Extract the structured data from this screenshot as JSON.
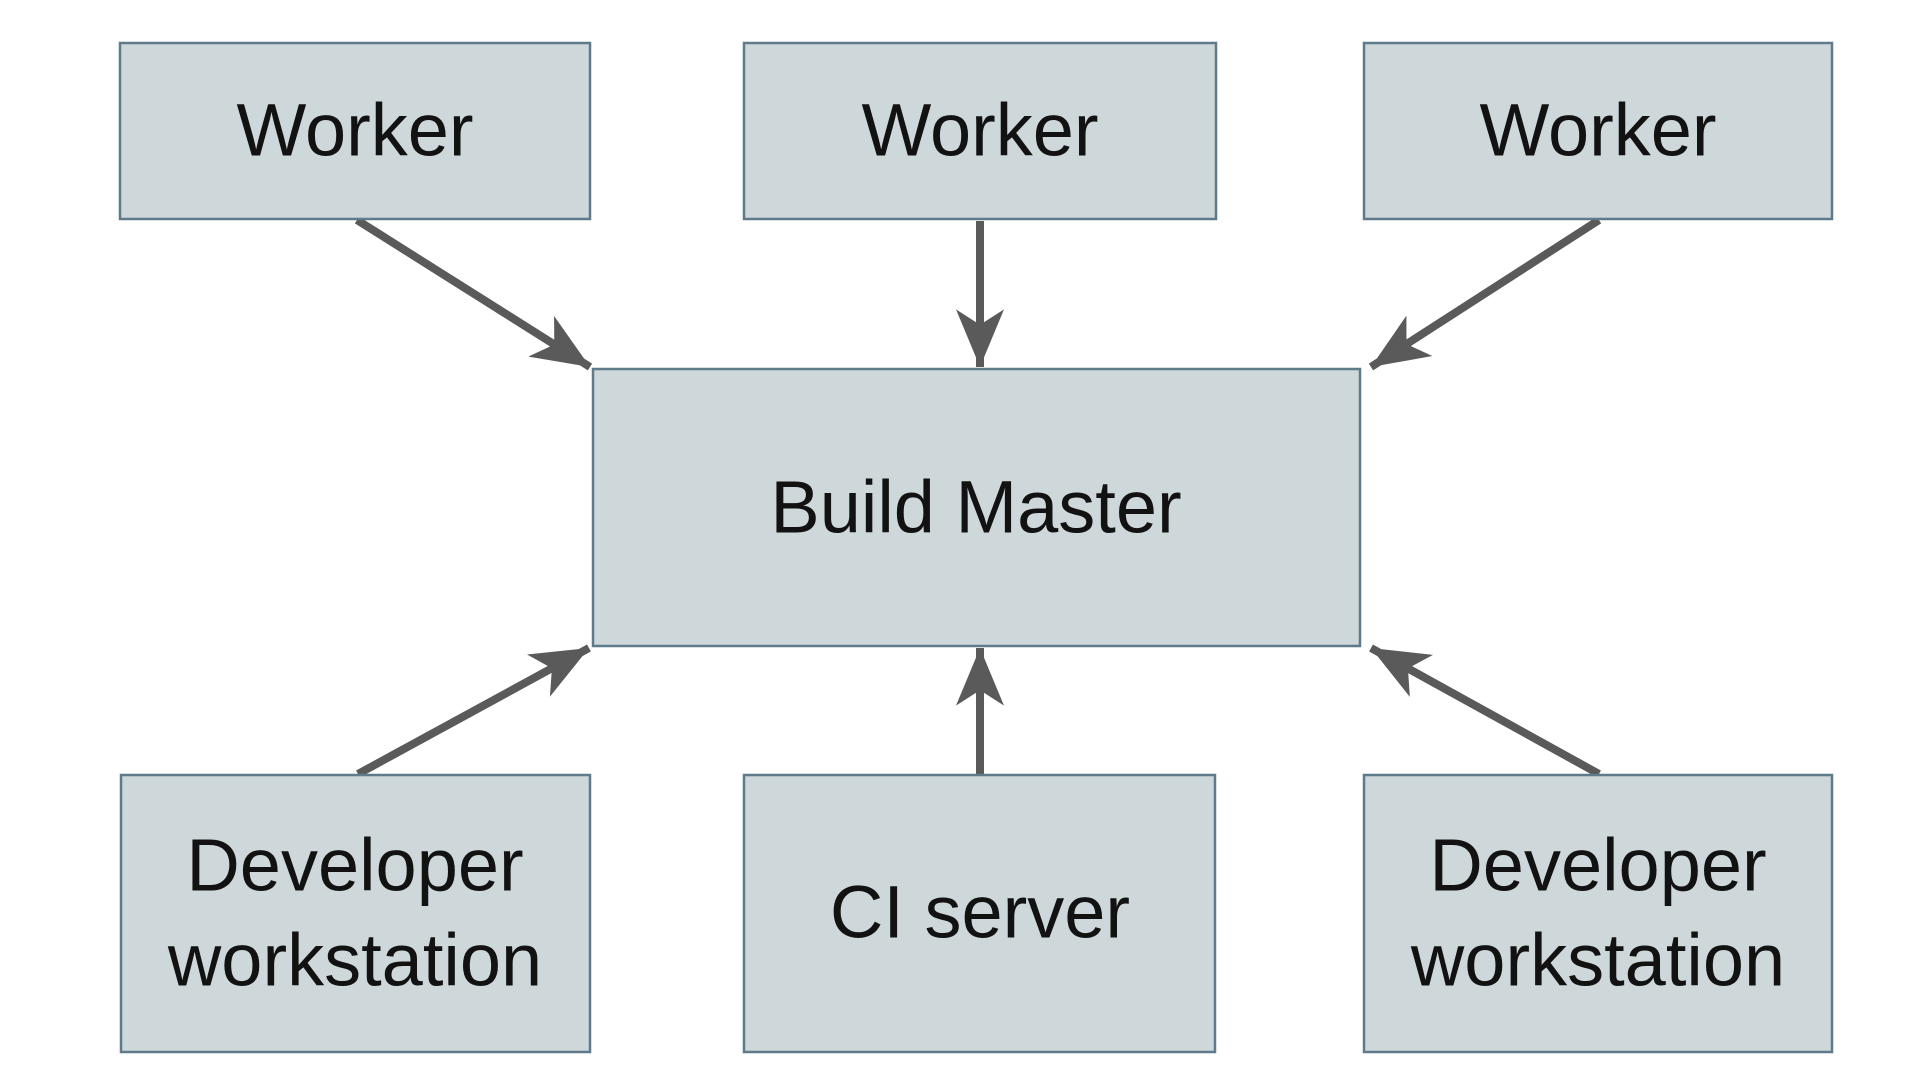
{
  "diagram": {
    "background": "#ffffff",
    "colors": {
      "node_fill": "#ced8da",
      "node_border": "#5f7b8b",
      "arrow": "#5a5a5a",
      "text": "#121212"
    },
    "nodes": {
      "worker_1": {
        "label": "Worker"
      },
      "worker_2": {
        "label": "Worker"
      },
      "worker_3": {
        "label": "Worker"
      },
      "build_master": {
        "label": "Build Master"
      },
      "developer_workstation_left": {
        "lines": [
          "Developer",
          "workstation"
        ]
      },
      "ci_server": {
        "label": "CI server"
      },
      "developer_workstation_right": {
        "lines": [
          "Developer",
          "workstation"
        ]
      }
    },
    "edges": [
      {
        "from": "worker_1",
        "to": "build_master"
      },
      {
        "from": "worker_2",
        "to": "build_master"
      },
      {
        "from": "worker_3",
        "to": "build_master"
      },
      {
        "from": "developer_workstation_left",
        "to": "build_master"
      },
      {
        "from": "ci_server",
        "to": "build_master"
      },
      {
        "from": "developer_workstation_right",
        "to": "build_master"
      }
    ]
  }
}
